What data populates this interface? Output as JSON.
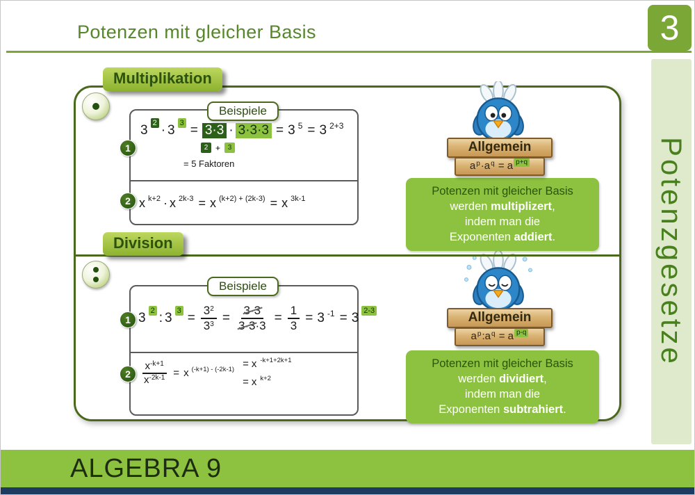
{
  "sym": {
    "eq": "=",
    "dot": "·",
    "plus": "+",
    "colon": ":"
  },
  "header": {
    "title": "Potenzen mit gleicher Basis",
    "page_number": "3"
  },
  "sidebar": {
    "label": "Potenzgesetze"
  },
  "footer": {
    "label": "ALGEBRA 9"
  },
  "mult": {
    "tab": "Multiplikation",
    "beispiele": "Beispiele",
    "ex1": {
      "num": "1",
      "b1": "3",
      "e1": "2",
      "b2": "3",
      "e2": "3",
      "g1": "3·3",
      "g2": "3·3·3",
      "p1b": "3",
      "p1e": "5",
      "p2b": "3",
      "p2e": "2+3",
      "box1": "2",
      "box2": "3",
      "faktoren": "= 5 Faktoren"
    },
    "ex2": {
      "num": "2",
      "b1": "x",
      "e1": "k+2",
      "b2": "x",
      "e2": "2k-3",
      "b3": "x",
      "e3": "(k+2) + (2k-3)",
      "b4": "x",
      "e4": "3k-1"
    },
    "sign": {
      "title": "Allgemein",
      "a1": "a",
      "p": "p",
      "a2": "a",
      "q": "q",
      "a3": "a",
      "r": "p+q"
    },
    "rule": {
      "l1": "Potenzen mit gleicher Basis",
      "l2a": "werden ",
      "l2b": "multiplizert",
      "l2c": ",",
      "l3": "indem man die",
      "l4a": "Exponenten ",
      "l4b": "addiert",
      "l4c": "."
    }
  },
  "div": {
    "tab": "Division",
    "beispiele": "Beispiele",
    "ex1": {
      "num": "1",
      "b1": "3",
      "e1": "2",
      "b2": "3",
      "e2": "3",
      "f1": {
        "nb": "3",
        "ne": "2",
        "db": "3",
        "de": "3"
      },
      "f2": {
        "nc": "3·3",
        "dc": "3·3",
        "dr": "·3"
      },
      "f3": {
        "n": "1",
        "d": "3"
      },
      "p1b": "3",
      "p1e": "-1",
      "p2b": "3",
      "p2e": "2-3"
    },
    "ex2": {
      "num": "2",
      "fnb": "x",
      "fne": "-k+1",
      "fdb": "x",
      "fde": "-2k-1",
      "b2": "x",
      "e2": "(-k+1) - (-2k-1)",
      "b3": "x",
      "e3": "-k+1+2k+1",
      "b4": "x",
      "e4": "k+2"
    },
    "sign": {
      "title": "Allgemein",
      "a1": "a",
      "p": "p",
      "a2": "a",
      "q": "q",
      "a3": "a",
      "r": "p-q"
    },
    "rule": {
      "l1": "Potenzen mit gleicher Basis",
      "l2a": "werden ",
      "l2b": "dividiert",
      "l2c": ",",
      "l3": "indem man die",
      "l4a": "Exponenten ",
      "l4b": "subtrahiert",
      "l4c": "."
    }
  }
}
